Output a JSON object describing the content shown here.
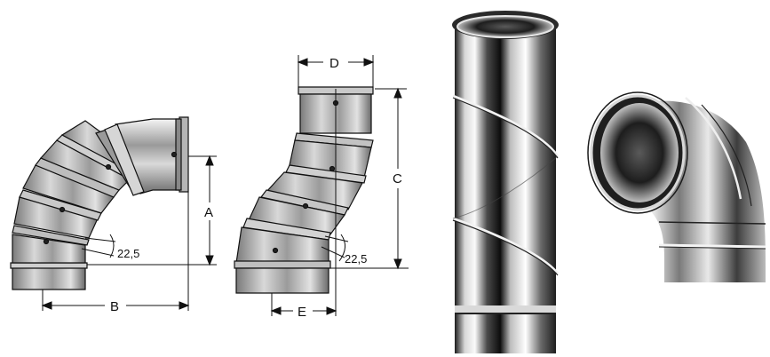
{
  "diagram": {
    "labels": {
      "A": "A",
      "B": "B",
      "C": "C",
      "D": "D",
      "E": "E",
      "angle_left": "22,5",
      "angle_right": "22,5"
    }
  },
  "colors": {
    "line": "#111111",
    "steel_dark": "#2b2b2b",
    "steel_mid": "#8a8a8a",
    "steel_light": "#e8e8e8"
  }
}
